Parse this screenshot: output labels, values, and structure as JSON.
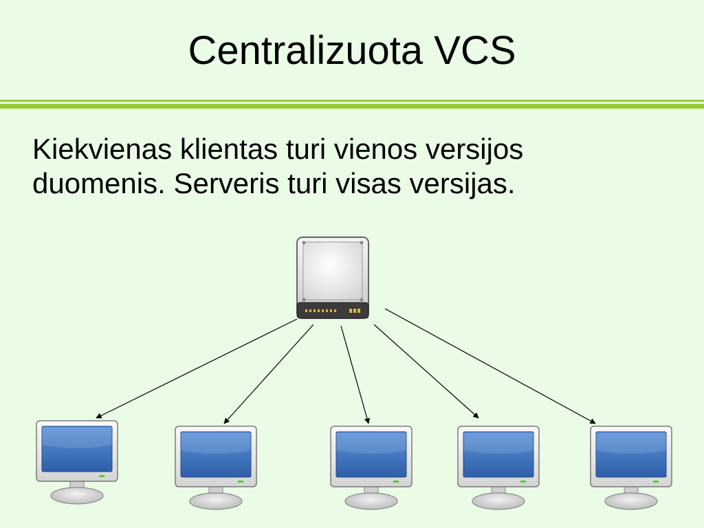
{
  "slide": {
    "title": "Centralizuota VCS",
    "body_lines": [
      "Kiekvienas klientas turi vienos versijos",
      "duomenis. Serveris turi visas versijas."
    ]
  },
  "diagram": {
    "server_icon": "hard-drive-icon",
    "client_icon": "computer-monitor-icon",
    "client_count": 5
  },
  "colors": {
    "background": "#eafbe6",
    "accent": "#99cc33",
    "screen": "#3a72c0"
  }
}
